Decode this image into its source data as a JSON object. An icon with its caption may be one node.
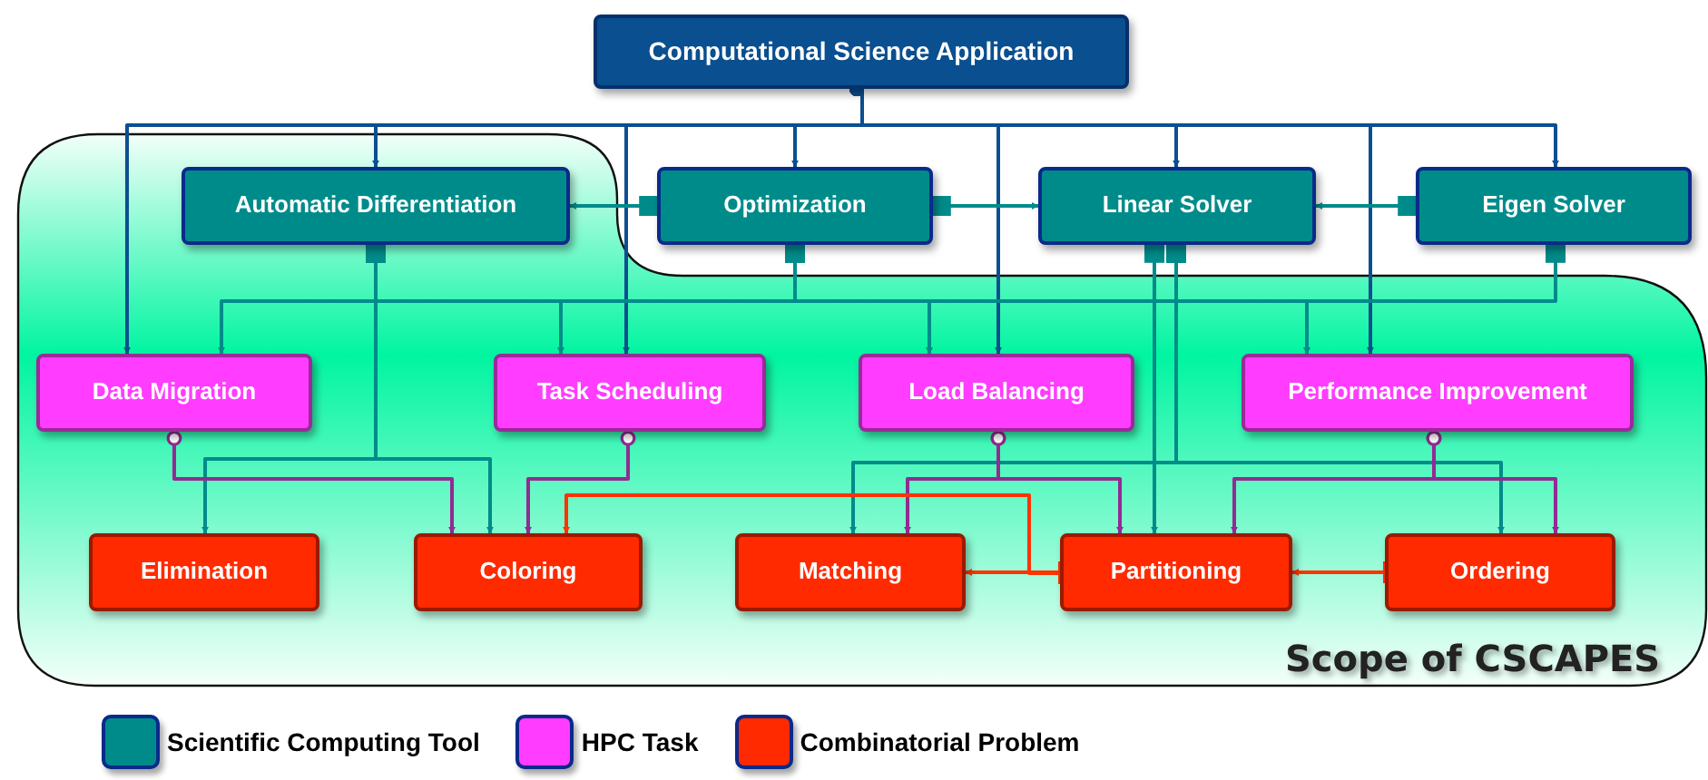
{
  "diagram": {
    "nodes": [
      {
        "text": [
          "Computational Science Application"
        ]
      },
      {
        "text": [
          "Automatic Differentiation"
        ]
      },
      {
        "text": [
          "Optimization"
        ]
      },
      {
        "text": [
          "Linear Solver"
        ]
      },
      {
        "text": [
          "Eigen Solver"
        ]
      },
      {
        "text": [
          "Data Migration"
        ]
      },
      {
        "text": [
          "Task Scheduling"
        ]
      },
      {
        "text": [
          "Load Balancing"
        ]
      },
      {
        "text": [
          "Performance Improvement"
        ]
      },
      {
        "text": [
          "Elimination"
        ]
      },
      {
        "text": [
          "Coloring"
        ]
      },
      {
        "text": [
          "Matching"
        ]
      },
      {
        "text": [
          "Partitioning"
        ]
      },
      {
        "text": [
          "Ordering"
        ]
      }
    ],
    "edges": [
      {
        "from": 0,
        "to": 1,
        "arrow": "to",
        "color": "#0b4f90"
      },
      {
        "from": 0,
        "to": 2,
        "arrow": "to",
        "color": "#0b4f90"
      },
      {
        "from": 0,
        "to": 3,
        "arrow": "to",
        "color": "#0b4f90"
      },
      {
        "from": 0,
        "to": 4,
        "arrow": "to",
        "color": "#0b4f90"
      },
      {
        "from": 0,
        "to": 5,
        "arrow": "to",
        "color": "#0b4f90"
      },
      {
        "from": 0,
        "to": 6,
        "arrow": "to",
        "color": "#0b4f90"
      },
      {
        "from": 0,
        "to": 7,
        "arrow": "to",
        "color": "#0b4f90"
      },
      {
        "from": 0,
        "to": 8,
        "arrow": "to",
        "color": "#0b4f90"
      },
      {
        "from": 2,
        "to": 1,
        "arrow": "to"
      },
      {
        "from": 2,
        "to": 3,
        "arrow": "to"
      },
      {
        "from": 4,
        "to": 3,
        "arrow": "to"
      },
      {
        "from": 1,
        "to": 5,
        "arrow": "to"
      },
      {
        "from": 1,
        "to": 6,
        "arrow": "to"
      },
      {
        "from": 2,
        "to": 6,
        "arrow": "to"
      },
      {
        "from": 2,
        "to": 7,
        "arrow": "to"
      },
      {
        "from": 3,
        "to": 7,
        "arrow": "to"
      },
      {
        "from": 3,
        "to": 8,
        "arrow": "to"
      },
      {
        "from": 4,
        "to": 8,
        "arrow": "to"
      },
      {
        "from": 1,
        "to": 9,
        "arrow": "to"
      },
      {
        "from": 1,
        "to": 10,
        "arrow": "to"
      },
      {
        "from": 3,
        "to": 11,
        "arrow": "to"
      },
      {
        "from": 3,
        "to": 12,
        "arrow": "to"
      },
      {
        "from": 3,
        "to": 13,
        "arrow": "to"
      },
      {
        "from": 5,
        "to": 10,
        "arrow": "to",
        "color": "#922b92"
      },
      {
        "from": 6,
        "to": 10,
        "arrow": "to",
        "color": "#922b92"
      },
      {
        "from": 7,
        "to": 11,
        "arrow": "to",
        "color": "#922b92"
      },
      {
        "from": 7,
        "to": 12,
        "arrow": "to",
        "color": "#922b92"
      },
      {
        "from": 8,
        "to": 12,
        "arrow": "to",
        "color": "#922b92"
      },
      {
        "from": 8,
        "to": 13,
        "arrow": "to",
        "color": "#922b92"
      },
      {
        "from": 12,
        "to": 11,
        "arrow": "to",
        "color": "#ff3300"
      },
      {
        "from": 12,
        "to": 10,
        "arrow": "to",
        "color": "#ff3300"
      },
      {
        "from": 13,
        "to": 12,
        "arrow": "to",
        "color": "#ff3300"
      }
    ],
    "labels": [
      "Scope of CSCAPES"
    ],
    "legend": [
      {
        "text": "Scientific Computing Tool",
        "color": "#008b8b"
      },
      {
        "text": "HPC Task",
        "color": "#ff3cff"
      },
      {
        "text": "Combinatorial Problem",
        "color": "#ff2a00"
      }
    ]
  }
}
